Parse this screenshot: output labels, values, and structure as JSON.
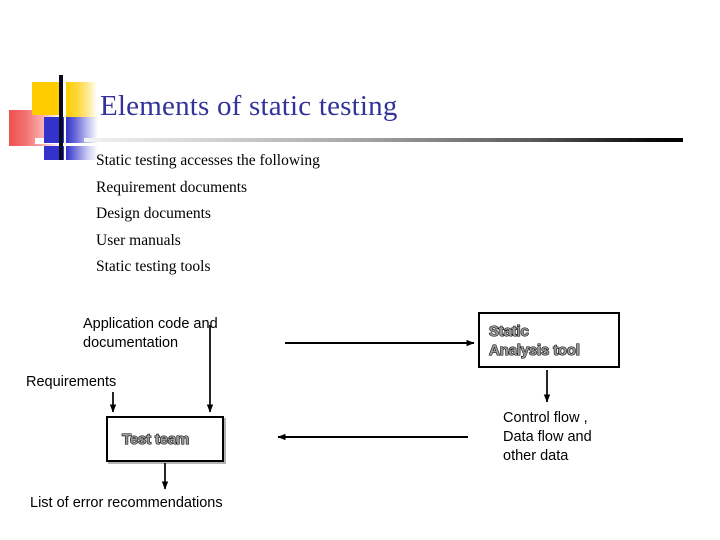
{
  "slide": {
    "title": "Elements of static testing",
    "title_color": "#333399",
    "bullets": [
      "Static testing accesses the following",
      "Requirement documents",
      "Design documents",
      "User manuals",
      "Static testing tools"
    ],
    "diagram": {
      "labels": {
        "application_code": "Application code and\ndocumentation",
        "requirements": "Requirements",
        "error_list": "List of error recommendations",
        "flows": "Control flow ,\nData flow and\nother data"
      },
      "boxes": {
        "test_team": "Test team",
        "static_analysis_tool": "Static\nAnalysis tool"
      },
      "arrows": [
        {
          "name": "appcode-to-testteam",
          "direction": "down"
        },
        {
          "name": "requirements-to-testteam",
          "direction": "down"
        },
        {
          "name": "testteam-to-errorlist",
          "direction": "down"
        },
        {
          "name": "testteam-to-satool",
          "direction": "right"
        },
        {
          "name": "satool-to-testteam",
          "direction": "left"
        },
        {
          "name": "satool-to-flows",
          "direction": "down"
        }
      ]
    },
    "decoration": {
      "yellow": "#FFCC00",
      "blue": "#3333CC",
      "red": "#F05050",
      "vline": "#0A0A1E"
    }
  }
}
